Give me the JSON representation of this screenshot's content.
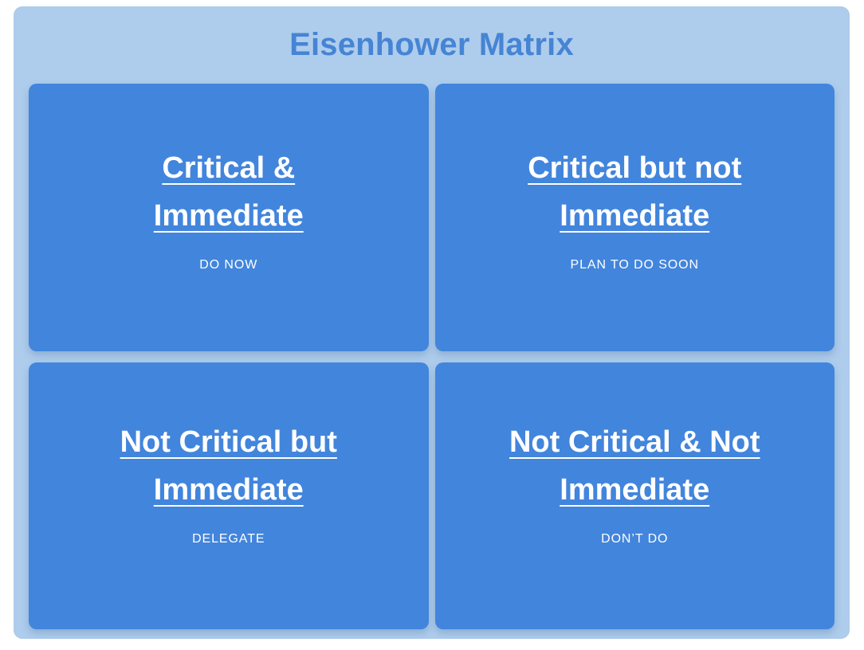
{
  "panel": {
    "title": "Eisenhower Matrix",
    "title_color": "#4684d4",
    "background_color": "#aeccec",
    "card_color": "#4285dc",
    "card_text_color": "#ffffff"
  },
  "quadrants": [
    {
      "id": "urgent-important",
      "heading": "Critical & Immediate",
      "subtitle": "DO NOW"
    },
    {
      "id": "important-not-urgent",
      "heading": "Critical but not Immediate",
      "subtitle": "PLAN TO DO SOON"
    },
    {
      "id": "urgent-not-important",
      "heading": "Not Critical but Immediate",
      "subtitle": "DELEGATE"
    },
    {
      "id": "not-urgent-not-important",
      "heading": "Not Critical & Not Immediate",
      "subtitle": "DON’T DO"
    }
  ]
}
